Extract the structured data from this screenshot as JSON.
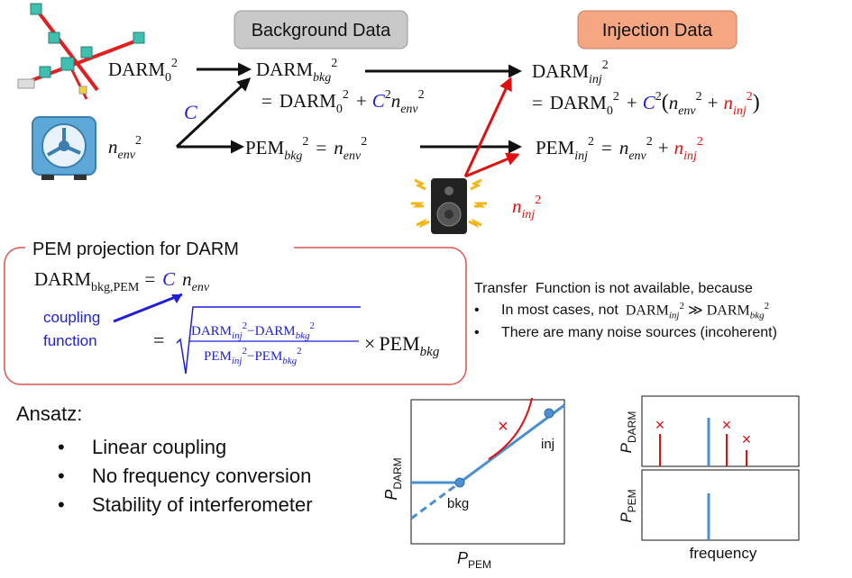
{
  "header": {
    "background_label": "Background Data",
    "injection_label": "Injection Data"
  },
  "symbols": {
    "darm": "DARM",
    "pem": "PEM",
    "sub_0": "0",
    "sub_bkg": "bkg",
    "sub_inj": "inj",
    "sub_env": "env",
    "sub_bkgpem": "bkg,PEM",
    "sq": "2",
    "n": "n",
    "C": "C",
    "eq": "=",
    "plus": "+",
    "minus": "−",
    "times": "×",
    "lparen": "(",
    "rparen": ")"
  },
  "projection": {
    "title": "PEM projection for DARM",
    "coupling_label_line1": "coupling",
    "coupling_label_line2": "function"
  },
  "transfer": {
    "heading": "Transfer  Function is not available, because",
    "bullet1_prefix": "In most cases, not",
    "much_greater": "≫",
    "bullet2": "There are many noise sources (incoherent)"
  },
  "ansatz": {
    "title": "Ansatz:",
    "items": [
      "Linear coupling",
      "No frequency conversion",
      "Stability of interferometer"
    ]
  },
  "plot1": {
    "ylabel_main": "P",
    "ylabel_sub": "DARM",
    "xlabel_main": "P",
    "xlabel_sub": "PEM",
    "point_bkg": "bkg",
    "point_inj": "inj",
    "cross": "×"
  },
  "plot2": {
    "top_ylabel_main": "P",
    "top_ylabel_sub": "DARM",
    "bottom_ylabel_main": "P",
    "bottom_ylabel_sub": "PEM",
    "xlabel": "frequency",
    "cross": "×"
  },
  "colors": {
    "blue": "#1f1fd6",
    "red": "#e01010",
    "plot_blue": "#4a8fcf",
    "gray_box": "#c8c8c8",
    "orange_box": "#f4a582",
    "frame_red": "#d9534f"
  },
  "icons": {
    "interferometer": "interferometer-icon",
    "fan": "fan-icon",
    "speaker": "speaker-icon"
  }
}
